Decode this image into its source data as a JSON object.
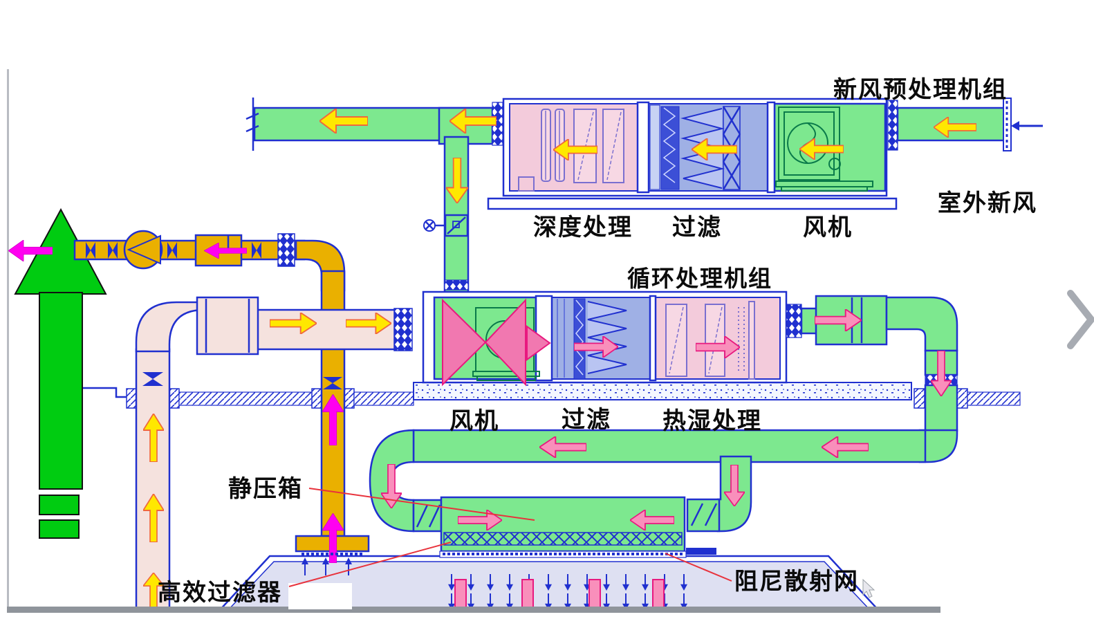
{
  "units": {
    "pretreat": {
      "name": "新风预处理机组",
      "sections": [
        "深度处理",
        "过滤",
        "风机"
      ]
    },
    "recirc": {
      "name": "循环处理机组",
      "sections": [
        "风机",
        "过滤",
        "热湿处理"
      ]
    }
  },
  "labels": {
    "outdoor_air": "室外新风",
    "plenum": "静压箱",
    "hepa_filter": "高效过滤器",
    "damping_mesh": "阻尼散射网"
  },
  "icons": {
    "next_chevron": "chevron-right-icon",
    "mouse_cursor": "mouse-pointer-icon"
  },
  "colors": {
    "duct_green": "#7de88f",
    "big_arrow_green": "#00cc11",
    "exhaust_orange": "#eab000",
    "return_beige": "#f5e2de",
    "outline_blue": "#2030cf",
    "arrow_yellow": "#ffe800",
    "arrow_magenta": "#ff00f0",
    "arrow_pink": "#f98fbb",
    "section_pink": "#f3cbdb",
    "section_blue": "#9fb0e5",
    "cleanroom_lavender": "#dee0f2",
    "callout_red": "#e8323c",
    "floor_gray": "#8f949b"
  }
}
